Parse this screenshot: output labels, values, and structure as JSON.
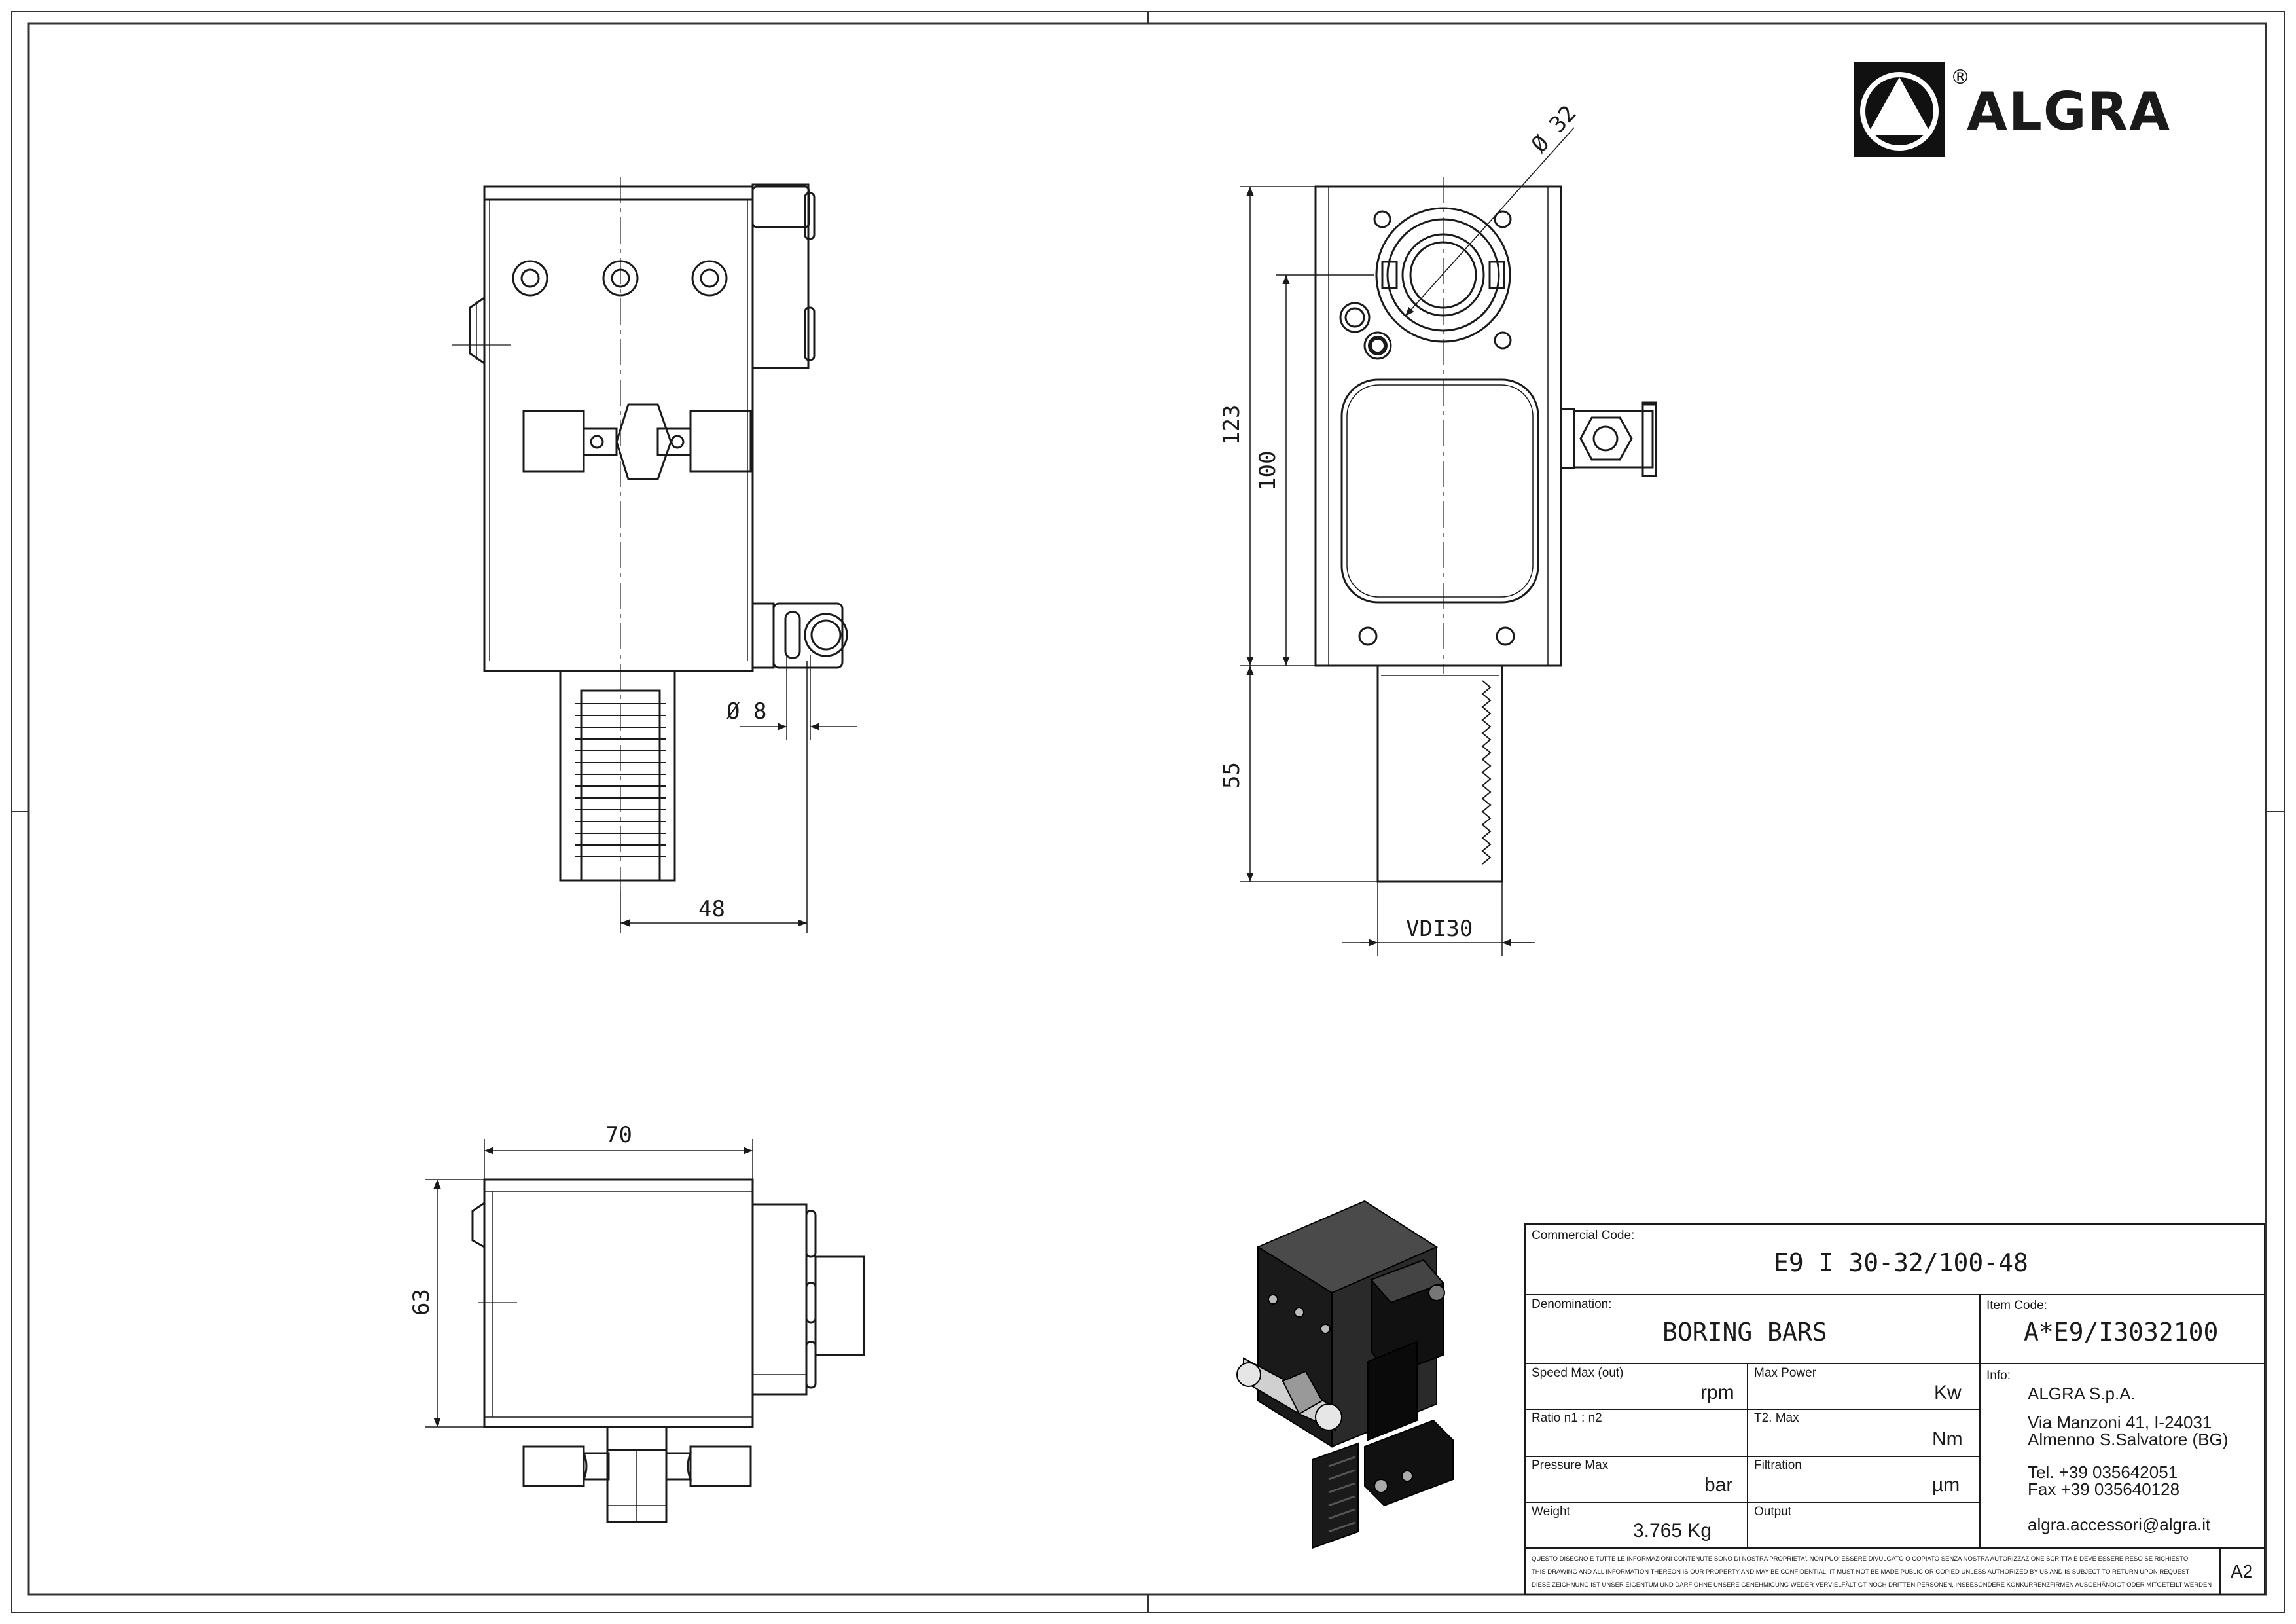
{
  "logo": {
    "brand": "ALGRA",
    "registered": "®"
  },
  "dimensions": {
    "diameter_32": "Ø 32",
    "diameter_8": "Ø 8",
    "width_48": "48",
    "height_123": "123",
    "height_100": "100",
    "shank_55": "55",
    "shank_vdi": "VDI30",
    "width_70": "70",
    "depth_63": "63"
  },
  "title_block": {
    "commercial_code_label": "Commercial Code:",
    "commercial_code": "E9 I 30-32/100-48",
    "denomination_label": "Denomination:",
    "denomination": "BORING BARS",
    "item_code_label": "Item Code:",
    "item_code": "A*E9/I3032100",
    "speed_label": "Speed Max (out)",
    "speed_unit": "rpm",
    "power_label": "Max Power",
    "power_unit": "Kw",
    "ratio_label": "Ratio n1 : n2",
    "t2_label": "T2. Max",
    "t2_unit": "Nm",
    "pressure_label": "Pressure Max",
    "pressure_unit": "bar",
    "filtration_label": "Filtration",
    "filtration_unit": "µm",
    "weight_label": "Weight",
    "weight_value": "3.765 Kg",
    "output_label": "Output",
    "info_label": "Info:",
    "company": "ALGRA S.p.A.",
    "address_1": "Via Manzoni 41, I-24031",
    "address_2": "Almenno S.Salvatore (BG)",
    "tel": "Tel. +39 035642051",
    "fax": "Fax +39 035640128",
    "email": "algra.accessori@algra.it",
    "notice_1": "QUESTO DISEGNO E TUTTE LE INFORMAZIONI CONTENUTE SONO DI NOSTRA PROPRIETA'. NON PUO' ESSERE DIVULGATO O COPIATO SENZA NOSTRA AUTORIZZAZIONE SCRITTA E DEVE ESSERE RESO SE RICHIESTO",
    "notice_2": "THIS DRAWING AND ALL INFORMATION THEREON IS OUR PROPERTY AND MAY BE CONFIDENTIAL. IT MUST NOT BE MADE PUBLIC OR COPIED UNLESS AUTHORIZED BY US AND IS SUBJECT TO RETURN UPON REQUEST",
    "notice_3": "DIESE ZEICHNUNG IST UNSER EIGENTUM UND DARF OHNE UNSERE GENEHMIGUNG WEDER VERVIELFÄLTIGT NOCH DRITTEN PERSONEN, INSBESONDERE KONKURRENZFIRMEN AUSGEHÄNDIGT ODER MITGETEILT WERDEN",
    "sheet_size": "A2"
  }
}
